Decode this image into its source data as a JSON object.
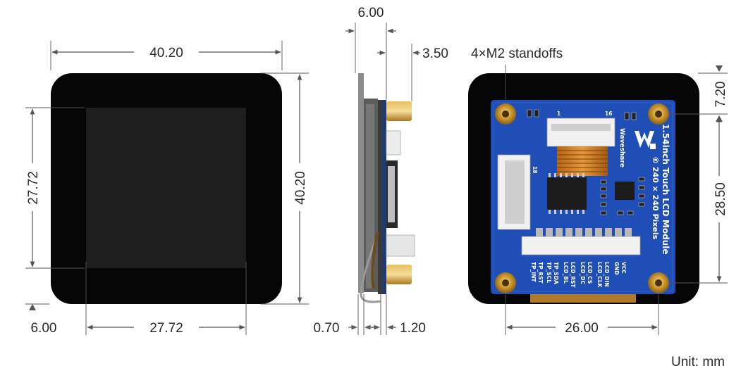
{
  "front_view": {
    "width": "40.20",
    "height": "40.20",
    "display_width": "27.72",
    "display_height": "27.72",
    "bottom_margin": "6.00"
  },
  "side_view": {
    "overall_depth": "6.00",
    "standoff_height": "3.50",
    "glass_thickness": "0.70",
    "board_thickness": "1.20"
  },
  "back_view": {
    "standoff_label": "4×M2 standoffs",
    "top_offset": "7.20",
    "hole_spacing_vertical": "28.50",
    "hole_spacing_horizontal": "26.00",
    "silkscreen_title": "1.54inch Touch LCD Module",
    "silkscreen_resolution": "® 240 × 240 Pixels",
    "brand": "Waveshare",
    "connector_numbers": [
      "1",
      "16",
      "18"
    ],
    "pin_labels": [
      "VCC",
      "GND",
      "LCD_DIN",
      "LCD_CLK",
      "LCD_CS",
      "LCD_DC",
      "LCD_RST",
      "LCD_BL",
      "TP_SDA",
      "TP_SCL",
      "TP_RST",
      "TP_INT"
    ]
  },
  "unit_label": "Unit: mm"
}
